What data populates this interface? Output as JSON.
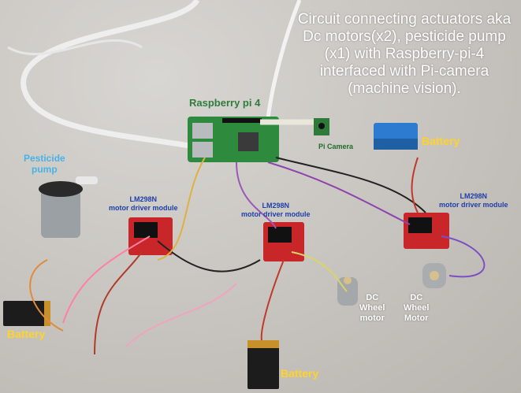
{
  "caption": {
    "title": "Circuit connecting actuators aka Dc motors(x2), pesticide pump (x1) with Raspberry-pi-4 interfaced with Pi-camera (machine vision)."
  },
  "labels": {
    "raspberry_pi": "Raspberry pi 4",
    "pi_camera": "Pi Camera",
    "pesticide_pump_line1": "Pesticide",
    "pesticide_pump_line2": "pump",
    "driver_left_line1": "LM298N",
    "driver_left_line2": "motor driver module",
    "driver_center_line1": "LM298N",
    "driver_center_line2": "motor driver module",
    "driver_right_line1": "LM298N",
    "driver_right_line2": "motor driver module",
    "battery_top_right": "Battery",
    "battery_left": "Battery",
    "battery_bottom": "Battery",
    "motor_left_line1": "DC",
    "motor_left_line2": "Wheel",
    "motor_left_line3": "motor",
    "motor_right_line1": "DC",
    "motor_right_line2": "Wheel",
    "motor_right_line3": "Motor"
  },
  "colors": {
    "title_text": "#ffffff",
    "raspberry_pi_label": "#2f7d3a",
    "pump_label": "#48b2e6",
    "driver_label": "#1e3fa8",
    "battery_label": "#ffd22c",
    "board_red": "#c9262a",
    "pi_green": "#2e8a3c"
  }
}
